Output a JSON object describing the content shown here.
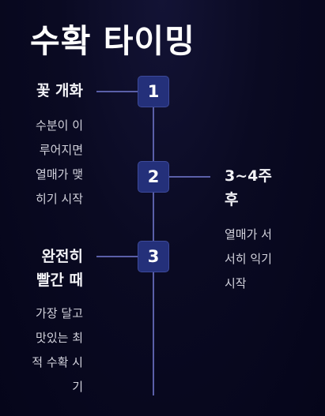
{
  "title": "수확 타이밍",
  "stages": [
    {
      "number": "1",
      "side": "left",
      "heading": [
        "꽃 개화"
      ],
      "description": [
        "수분이 이",
        "루어지면",
        "열매가 맺",
        "히기 시작"
      ]
    },
    {
      "number": "2",
      "side": "right",
      "heading": [
        "3~4주",
        "후"
      ],
      "description": [
        "열매가 서",
        "서히 익기",
        "시작"
      ]
    },
    {
      "number": "3",
      "side": "left",
      "heading": [
        "완전히",
        "빨간 때"
      ],
      "description": [
        "가장 달고",
        "맛있는 최",
        "적 수확 시",
        "기"
      ]
    }
  ],
  "colors": {
    "background": "#0a0a22",
    "node_fill": "#24307a",
    "line": "#5a5fa8",
    "text": "#ffffff"
  }
}
